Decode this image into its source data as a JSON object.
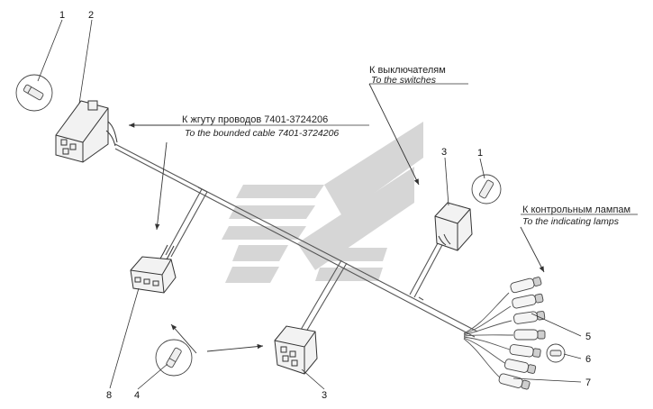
{
  "labels": {
    "to_harness_ru": "К жгуту проводов 7401-3724206",
    "to_harness_en": "To the bounded cable 7401-3724206",
    "to_switches_ru": "К выключателям",
    "to_switches_en": "To the switches",
    "to_lamps_ru": "К контрольным лампам",
    "to_lamps_en": "To the indicating lamps"
  },
  "callouts": {
    "n1_top": "1",
    "n2": "2",
    "n3_top": "3",
    "n1_right": "1",
    "n5": "5",
    "n6": "6",
    "n7": "7",
    "n8": "8",
    "n4": "4",
    "n3_bottom": "3"
  },
  "colors": {
    "line": "#555555",
    "watermark": "#d4d4d4"
  }
}
